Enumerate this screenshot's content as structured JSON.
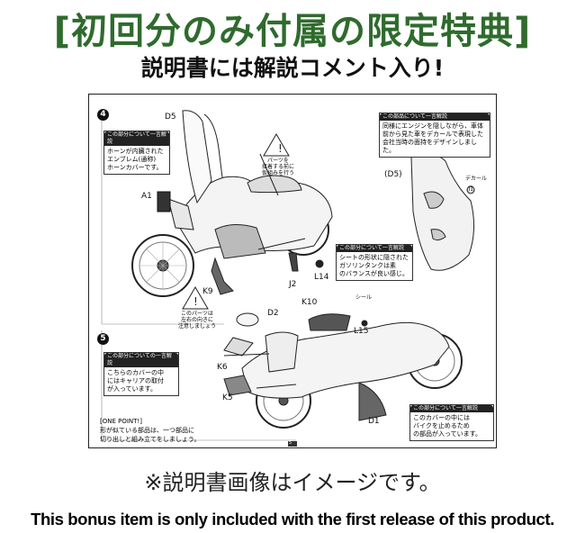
{
  "header": {
    "title": "[初回分のみ付属の限定特典]",
    "subtitle": "説明書には解説コメント入り!"
  },
  "manual": {
    "steps": [
      "4",
      "5"
    ],
    "notes": [
      {
        "header": "この部分について一言解説",
        "body": "ホーンが内臓された\nエンブレム(通称)\nホーンカバーです。"
      },
      {
        "header": "この部品について一言解説",
        "body": "同様にエンジンを隠しながら、車体\n前から見た車をデカールで表現した\n会社当時の面持をデザインしました。"
      },
      {
        "header": "この部分について一言解説",
        "body": "シートの形状に隠された\nガソリンタンクは素\nのバランスが良い感じ。"
      },
      {
        "header": "この部分についての一言解説",
        "body": "こちらのカバーの中\nにはキャリアの取付\nが入っています。"
      },
      {
        "header": "この部分について一言解説",
        "body": "このカバーの中には\nバイクを止めるため\nの部品が入っています。"
      }
    ],
    "one_point": {
      "title": "[ONE POINT!]",
      "body": "形が似ている部品は、一つ部品に\n切り出しと組み立てをしましょう。"
    },
    "warnings": [
      "パーツを\n接着する前に\n仮組みを行う",
      "このパーツは\n左右の向きに\n注意しましょう"
    ],
    "parts": {
      "d5_top": "D5",
      "a1": "A1",
      "d5_side": "(D5)",
      "decal": "デカール",
      "decal_num": "⑬",
      "l14": "L14",
      "j2": "J2",
      "k9": "K9",
      "k10": "K10",
      "l15": "L15",
      "seal": "シール",
      "d2": "D2",
      "k6": "K6",
      "k5": "K5",
      "d1": "D1"
    },
    "page_number": "5"
  },
  "footer": {
    "disclaimer": "※説明書画像はイメージです。",
    "bonus_note": "This bonus item is only included with the first release of this product."
  }
}
